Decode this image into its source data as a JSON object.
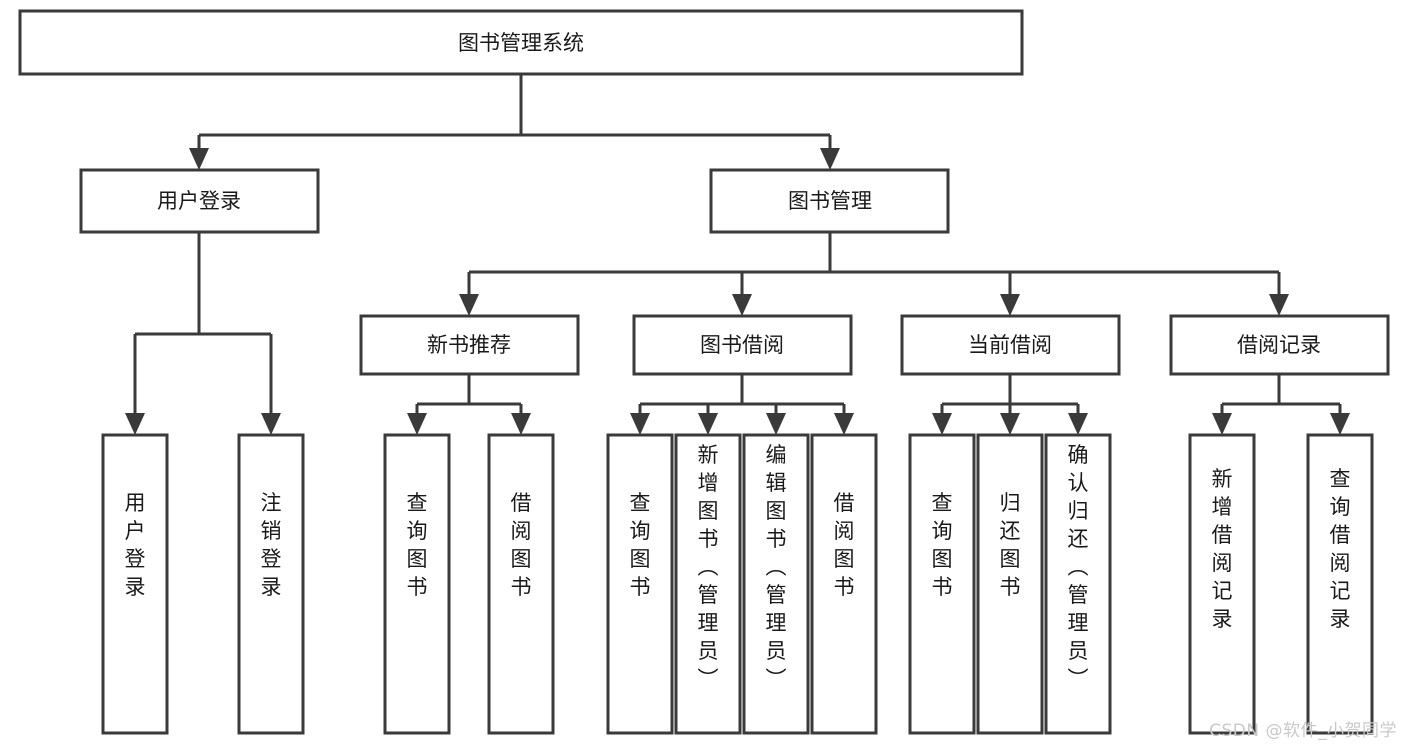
{
  "diagram": {
    "type": "tree",
    "title": "图书管理系统",
    "orientation": "top-down",
    "watermark": "CSDN @软件_小贺同学",
    "colors": {
      "box_stroke": "#3a3a3a",
      "box_fill": "#ffffff",
      "connector": "#3a3a3a",
      "text": "#1a1a1a",
      "background": "#ffffff",
      "watermark": "#c9c9c9"
    },
    "nodes": {
      "root": {
        "label": "图书管理系统"
      },
      "level2": [
        {
          "id": "user-login",
          "label": "用户登录"
        },
        {
          "id": "book-manage",
          "label": "图书管理"
        }
      ],
      "level3": [
        {
          "id": "new-book-recommend",
          "label": "新书推荐",
          "parent": "book-manage"
        },
        {
          "id": "book-borrow",
          "label": "图书借阅",
          "parent": "book-manage"
        },
        {
          "id": "current-borrow",
          "label": "当前借阅",
          "parent": "book-manage"
        },
        {
          "id": "borrow-record",
          "label": "借阅记录",
          "parent": "book-manage"
        }
      ],
      "leaves": {
        "user-login": [
          {
            "id": "leaf-user-login",
            "label": "用户登录"
          },
          {
            "id": "leaf-user-logout",
            "label": "注销登录"
          }
        ],
        "new-book-recommend": [
          {
            "id": "leaf-query-book-1",
            "label": "查询图书"
          },
          {
            "id": "leaf-borrow-book-1",
            "label": "借阅图书"
          }
        ],
        "book-borrow": [
          {
            "id": "leaf-query-book-2",
            "label": "查询图书"
          },
          {
            "id": "leaf-add-book",
            "label": "新增图书（管理员）"
          },
          {
            "id": "leaf-edit-book",
            "label": "编辑图书（管理员）"
          },
          {
            "id": "leaf-borrow-book-2",
            "label": "借阅图书"
          }
        ],
        "current-borrow": [
          {
            "id": "leaf-query-book-3",
            "label": "查询图书"
          },
          {
            "id": "leaf-return-book",
            "label": "归还图书"
          },
          {
            "id": "leaf-confirm-return",
            "label": "确认归还（管理员）"
          }
        ],
        "borrow-record": [
          {
            "id": "leaf-add-record",
            "label": "新增借阅记录"
          },
          {
            "id": "leaf-query-record",
            "label": "查询借阅记录"
          }
        ]
      }
    }
  }
}
